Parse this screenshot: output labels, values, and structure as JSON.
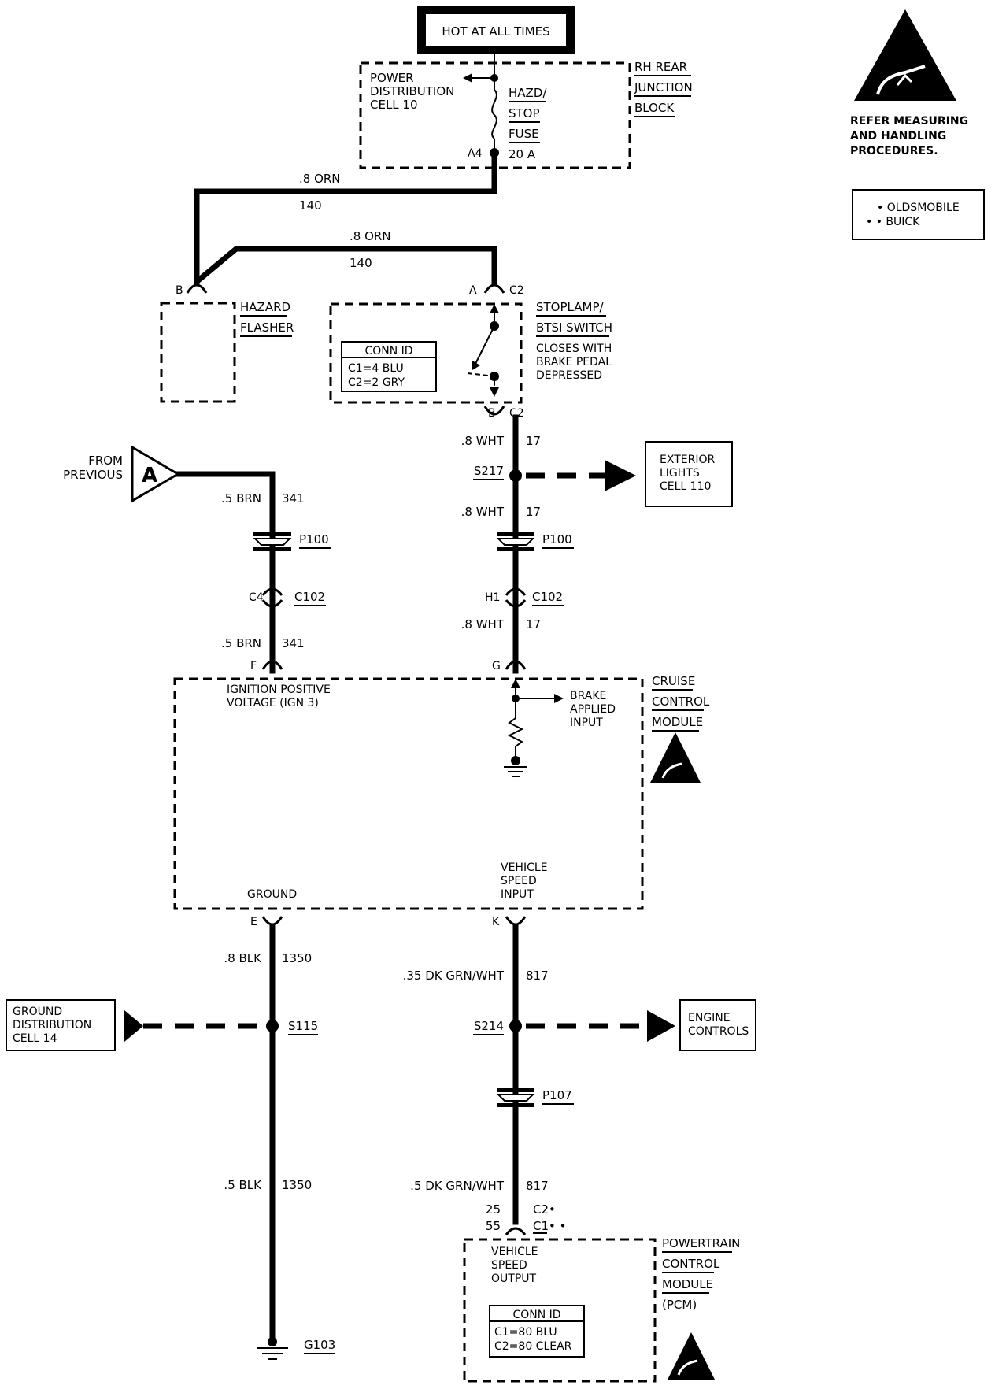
{
  "top_box": {
    "label": "HOT AT ALL TIMES"
  },
  "esd": {
    "warning_line1": "REFER MEASURING",
    "warning_line2": "AND HANDLING",
    "warning_line3": "PROCEDURES."
  },
  "legend": {
    "row1": "• OLDSMOBILE",
    "row2": "• • BUICK"
  },
  "junction_block": {
    "name_line1": "RH REAR",
    "name_line2": "JUNCTION",
    "name_line3": "BLOCK",
    "pd_line1": "POWER",
    "pd_line2": "DISTRIBUTION",
    "pd_line3": "CELL 10",
    "fuse_line1": "HAZD/",
    "fuse_line2": "STOP",
    "fuse_line3": "FUSE",
    "fuse_rating": "20 A",
    "pin": "A4"
  },
  "wires": {
    "w140a_label": ".8 ORN",
    "w140a_circuit": "140",
    "w140b_label": ".8 ORN",
    "w140b_circuit": "140",
    "w17a_label": ".8 WHT",
    "w17a_circuit": "17",
    "w17b_label": ".8 WHT",
    "w17b_circuit": "17",
    "w17c_label": ".8 WHT",
    "w17c_circuit": "17",
    "w341a_label": ".5 BRN",
    "w341a_circuit": "341",
    "w341b_label": ".5 BRN",
    "w341b_circuit": "341",
    "w1350a_label": ".8 BLK",
    "w1350a_circuit": "1350",
    "w1350b_label": ".5 BLK",
    "w1350b_circuit": "1350",
    "w817a_label": ".35 DK GRN/WHT",
    "w817a_circuit": "817",
    "w817b_label": ".5 DK GRN/WHT",
    "w817b_circuit": "817"
  },
  "hazard_flasher": {
    "line1": "HAZARD",
    "line2": "FLASHER",
    "pin": "B"
  },
  "stoplamp_switch": {
    "line1": "STOPLAMP/",
    "line2": "BTSI SWITCH",
    "desc1": "CLOSES WITH",
    "desc2": "BRAKE PEDAL",
    "desc3": "DEPRESSED",
    "pin_top": "A",
    "conn_top": "C2",
    "pin_bottom": "B",
    "conn_bottom": "C2",
    "conn_id_title": "CONN ID",
    "conn_id_c1": "C1=4 BLU",
    "conn_id_c2": "C2=2 GRY"
  },
  "from_previous": {
    "line1": "FROM",
    "line2": "PREVIOUS",
    "letter": "A"
  },
  "splices": {
    "s217": "S217",
    "s115": "S115",
    "s214": "S214"
  },
  "exterior_lights": {
    "line1": "EXTERIOR",
    "line2": "LIGHTS",
    "line3": "CELL 110"
  },
  "connectors": {
    "p100_left": "P100",
    "p100_right": "P100",
    "c102_left": "C102",
    "c102_right": "C102",
    "c102_left_pin": "C4",
    "c102_right_pin": "H1",
    "p107": "P107"
  },
  "cruise_module": {
    "name_line1": "CRUISE",
    "name_line2": "CONTROL",
    "name_line3": "MODULE",
    "pin_f": "F",
    "pin_g": "G",
    "pin_e": "E",
    "pin_k": "K",
    "ign_line1": "IGNITION POSITIVE",
    "ign_line2": "VOLTAGE (IGN 3)",
    "brake_line1": "BRAKE",
    "brake_line2": "APPLIED",
    "brake_line3": "INPUT",
    "ground": "GROUND",
    "vss_line1": "VEHICLE",
    "vss_line2": "SPEED",
    "vss_line3": "INPUT"
  },
  "ground_distribution": {
    "line1": "GROUND",
    "line2": "DISTRIBUTION",
    "line3": "CELL 14"
  },
  "engine_controls": {
    "line1": "ENGINE",
    "line2": "CONTROLS"
  },
  "ground_point": "G103",
  "pcm": {
    "pin1": "25",
    "conn1": "C2•",
    "pin2": "55",
    "conn2": "C1• •",
    "name_line1": "POWERTRAIN",
    "name_line2": "CONTROL",
    "name_line3": "MODULE",
    "name_line4": "(PCM)",
    "out_line1": "VEHICLE",
    "out_line2": "SPEED",
    "out_line3": "OUTPUT",
    "conn_id_title": "CONN ID",
    "conn_id_c1": "C1=80 BLU",
    "conn_id_c2": "C2=80 CLEAR"
  }
}
